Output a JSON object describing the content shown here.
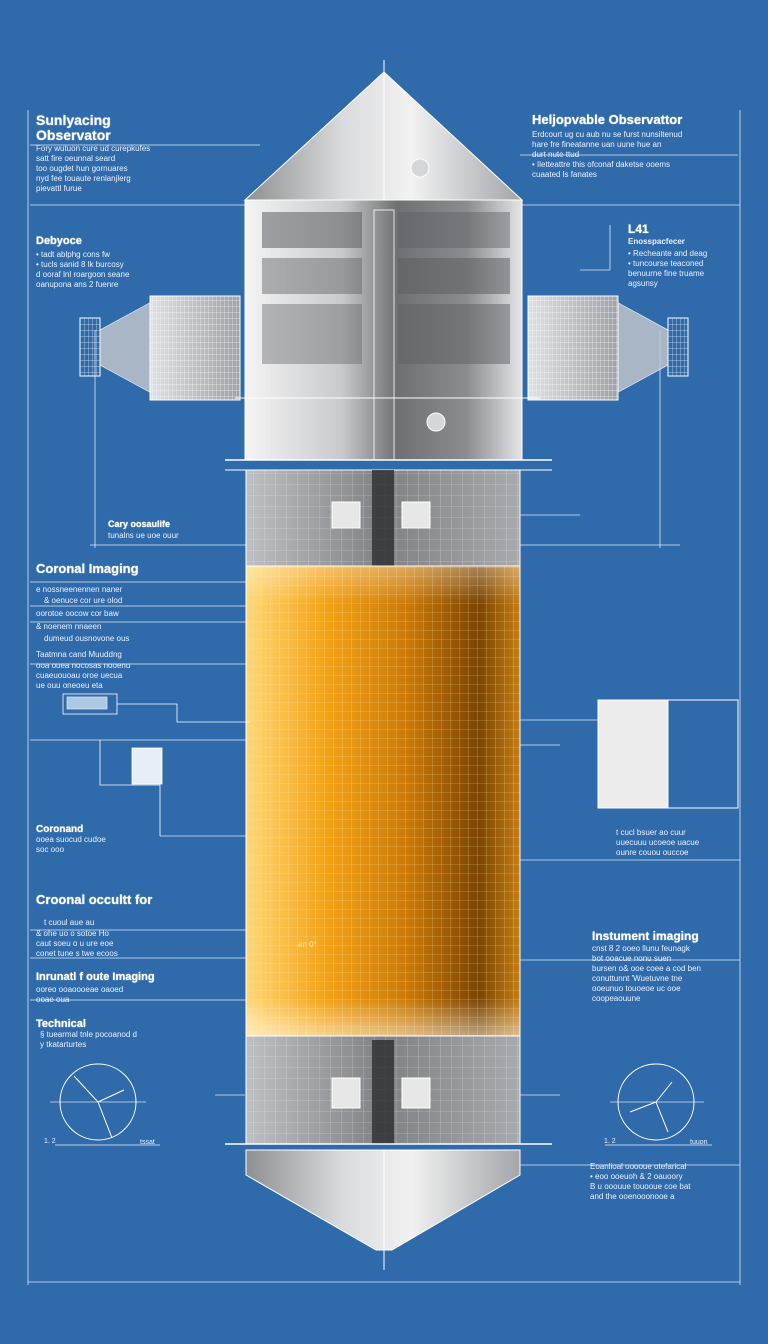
{
  "colors": {
    "background": "#2f6aab",
    "line": "#ffffff",
    "core_orange": "#f29a0c",
    "metal_grey": "#9a9ca0"
  },
  "labels": {
    "top_left_title": "Sunlyacing\nObservator",
    "top_left_body": "Fory wutuon cure ud curepkufes\nsatt fire oeunnal seard\ntoo ougdet hun gornuares\nnyd fee touaute renlanjlerg\npievattl furue",
    "top_right_title": "Heljopvable Observattor",
    "top_right_body": "Erdcourt ug cu aub nu se furst nunsiltenud\nhare fre fineatanne uan uune hue an\ndurt nute ttud\n• Iletteattre this ofconaf daketse ooems\ncuaated ls fanates",
    "left_2_title": "Debyoce",
    "left_2_body": "• tadt ablphg cons fw\n• tucls sanid 8 lk burcosy\nd ooraf lnl roargoon seane\noanupona ans 2 fuenre",
    "right_2_title": "L41",
    "right_2_subtitle": "Enosspacfecer",
    "right_2_body": "• Recheante and deag\n• tuncourse teaconed\nbenuurne fine truame\nagsunsy",
    "left_3_title": "Cary oosaulife",
    "left_3_body": "tunalns ue uoe ouur",
    "coronal_title": "Coronal Imaging",
    "coronal_lines": [
      "e nossneenennen naner",
      "& oenuce cor ure olod",
      "oorotoe oocow cor baw",
      "& noenem nnaeen",
      "dumeud ousnovone ous",
      "Taatmna cand Muuddng",
      "ooa ouea nocosas nooenu",
      "cuaeuouoau oroe uecua",
      "ue ouu oneoeu eta"
    ],
    "coronand_title": "Coronand",
    "coronand_body": "ooea suocud cudoe\nsoc ooo",
    "occult_title": "Croonal occultt for",
    "occult_lines": [
      "t cuoul aue au",
      "& ohe uo o sotoe Ho",
      "caut soeu o u ure eoe",
      "conet tune s twe ecoos"
    ],
    "internal_title": "Inrunatl f oute Imaging",
    "internal_body": "ooreo ooaoooeae oaoed\nooae oua",
    "technical_title": "Technical",
    "technical_body": "§ tuearmal tnle pocoanod d\ny tkatarturtes",
    "right_mid_body": "t cucl bsuer ao cuur\nuuecuuu ucoeoe uacue\nounre couou ouccoe",
    "instrument_title": "Instument imaging",
    "instrument_body": "cnst 8 2 ooeo llunu feunagk\nbot ooacue nonu suen\nbursen o& ooe coee a cod ben\nconuttunnt 'Wuetuvne tne\nooeunuo touoeoe uc ooe\ncoopeaouune",
    "bottom_right_body": "Eoanlioal ooooue otefarical\n• eoo ooeuoh & 2 oauoory\nB u ooouue touooue coe bat\nand the ooenooonooe a",
    "core_mark": "an 0*",
    "gauge_left_scale": "1. 2",
    "gauge_left_tick": "tssat",
    "gauge_right_scale": "1. 2",
    "gauge_right_tick": "tuuon"
  },
  "icons": [
    "cylindrical-tower-drawing",
    "solar-panel-array-left",
    "solar-panel-array-right",
    "gauge-dial-left",
    "gauge-dial-right",
    "detail-panel-box"
  ]
}
